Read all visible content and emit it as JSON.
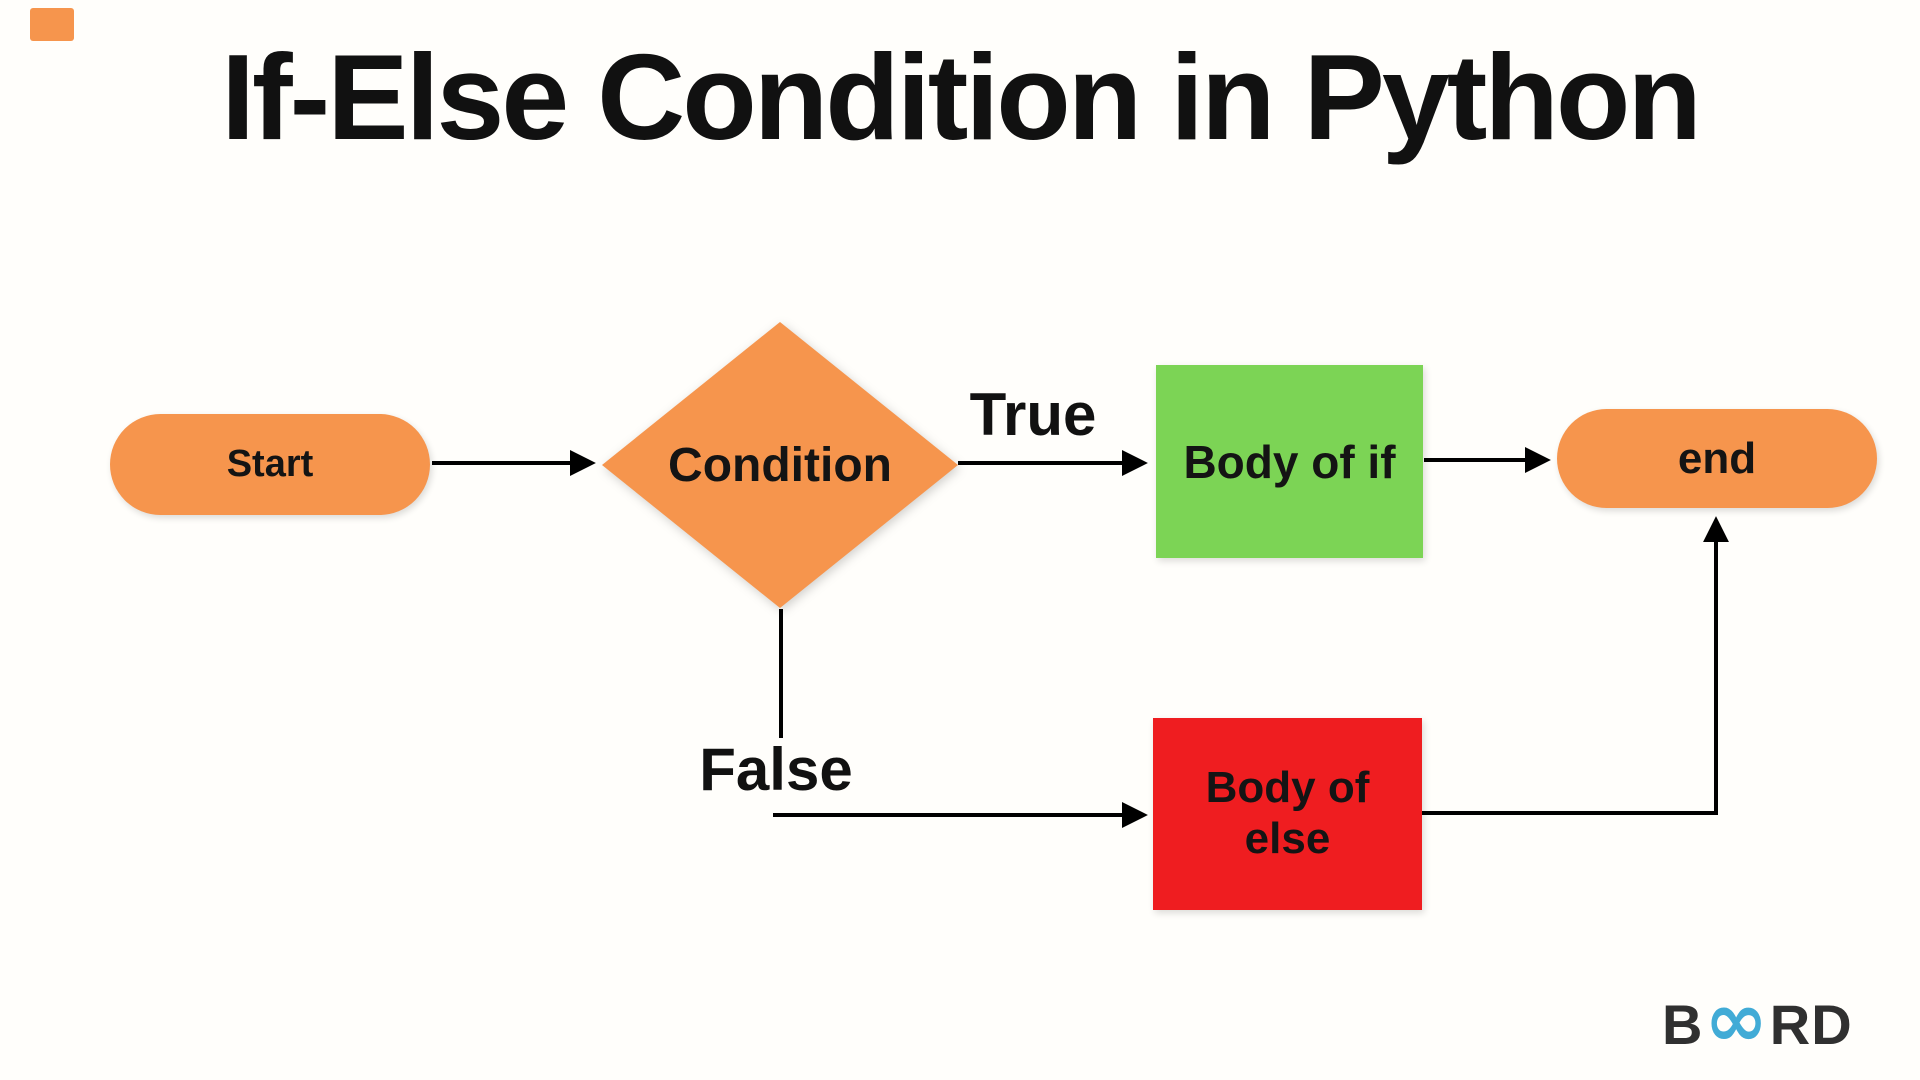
{
  "title": "If-Else Condition in Python",
  "colors": {
    "background": "#fffefb",
    "node_orange": "#f6954d",
    "node_green": "#7cd455",
    "node_red": "#ef1d20",
    "line_black": "#000000",
    "text_black": "#111111",
    "logo_dark": "#303030",
    "logo_blue": "#41abd6"
  },
  "nodes": {
    "start": {
      "label": "Start",
      "type": "terminator"
    },
    "condition": {
      "label": "Condition",
      "type": "decision"
    },
    "body_of_if": {
      "label": "Body of if",
      "type": "process"
    },
    "body_of_else": {
      "label": "Body of else",
      "type": "process"
    },
    "end": {
      "label": "end",
      "type": "terminator"
    }
  },
  "labels": {
    "true": "True",
    "false": "False"
  },
  "edges": [
    {
      "from": "start",
      "to": "condition",
      "label": ""
    },
    {
      "from": "condition",
      "to": "body_of_if",
      "label": "True"
    },
    {
      "from": "body_of_if",
      "to": "end",
      "label": ""
    },
    {
      "from": "condition",
      "to": "body_of_else",
      "label": "False"
    },
    {
      "from": "body_of_else",
      "to": "end",
      "label": ""
    }
  ],
  "logo": {
    "b": "B",
    "infinity": "∞",
    "rd": "RD"
  }
}
